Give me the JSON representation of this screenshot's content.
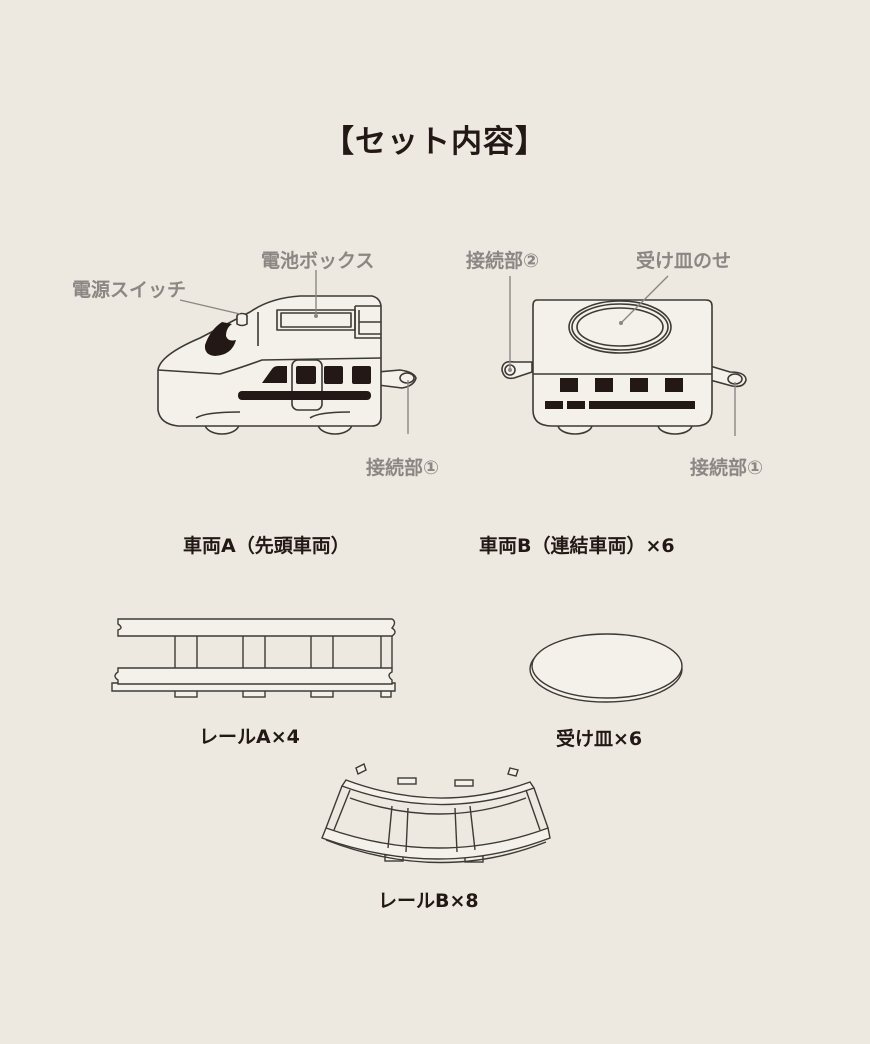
{
  "page": {
    "title": "【セット内容】",
    "background_color": "#ede9e0",
    "line_color": "#3d3a36",
    "fill_dark": "#231815",
    "callout_color": "#8a8784"
  },
  "car_a": {
    "callouts": {
      "power_switch": "電源スイッチ",
      "battery_box": "電池ボックス",
      "connector_1": "接続部①"
    },
    "caption": "車両A（先頭車両）"
  },
  "car_b": {
    "callouts": {
      "connector_2": "接続部②",
      "plate_holder": "受け皿のせ",
      "connector_1": "接続部①"
    },
    "caption": "車両B（連結車両）×6"
  },
  "rail_a": {
    "caption": "レールA×4"
  },
  "plate": {
    "caption": "受け皿×6"
  },
  "rail_b": {
    "caption": "レールB×8"
  }
}
